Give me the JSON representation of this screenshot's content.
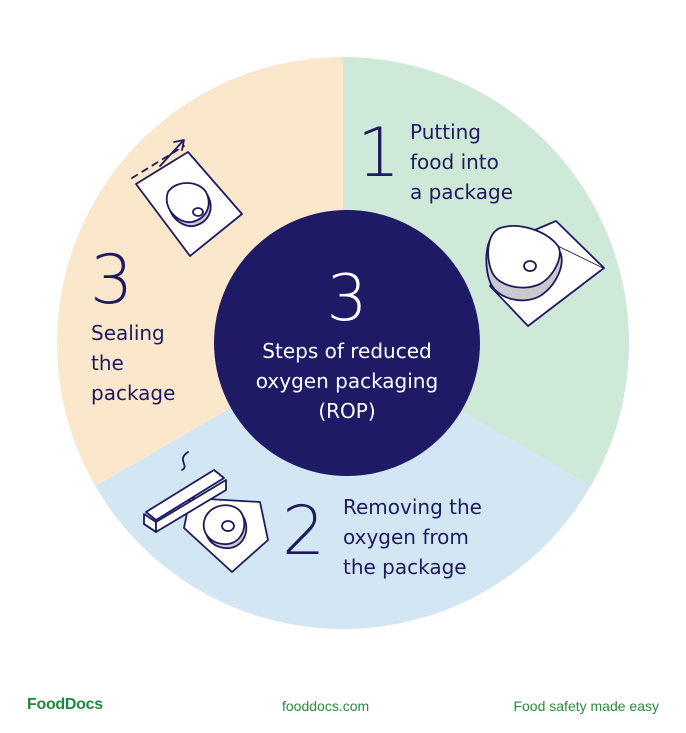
{
  "diagram": {
    "center": {
      "number": "3",
      "lines": [
        "Steps of reduced",
        "oxygen packaging",
        "(ROP)"
      ]
    },
    "steps": [
      {
        "number": "1",
        "lines": [
          "Putting",
          "food into",
          "a package"
        ],
        "color": "#cfe9d8",
        "icon": "open-package-with-food-icon"
      },
      {
        "number": "2",
        "lines": [
          "Removing the",
          "oxygen from",
          "the package"
        ],
        "color": "#d3e6f3",
        "icon": "vacuum-sealer-machine-icon"
      },
      {
        "number": "3",
        "lines": [
          "Sealing",
          "the",
          "package"
        ],
        "color": "#fbe8cc",
        "icon": "sealed-package-icon"
      }
    ],
    "center_color": "#1f1a66",
    "text_color": "#1e1a5e"
  },
  "footer": {
    "logo": "FoodDocs",
    "url": "fooddocs.com",
    "tagline": "Food safety made easy",
    "color": "#2c8a3c"
  }
}
